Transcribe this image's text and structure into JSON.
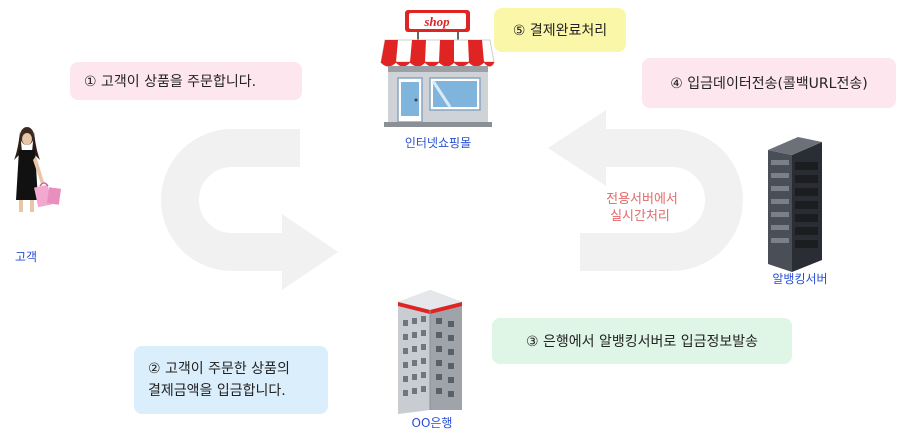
{
  "steps": {
    "order": "① 고객이 상품을 주문합니다.",
    "payment_line1": "② 고객이 주문한 상품의",
    "payment_line2": "결제금액을 입금합니다.",
    "bank_send": "③ 은행에서 알뱅킹서버로 입금정보발송",
    "callback": "④ 입금데이터전송(콜백URL전송)",
    "complete": "⑤ 결제완료처리"
  },
  "labels": {
    "shop_sign": "shop",
    "shop": "인터넷쇼핑몰",
    "customer": "고객",
    "server": "알뱅킹서버",
    "bank": "OO은행",
    "realtime_line1": "전용서버에서",
    "realtime_line2": "실시간처리"
  },
  "colors": {
    "pink_box": "#fde6ee",
    "yellow_box": "#fbf7a8",
    "green_box": "#dff5e6",
    "blue_box": "#dbeefb",
    "caption_blue": "#2a4fd6",
    "realtime_text": "#e46a6a"
  }
}
